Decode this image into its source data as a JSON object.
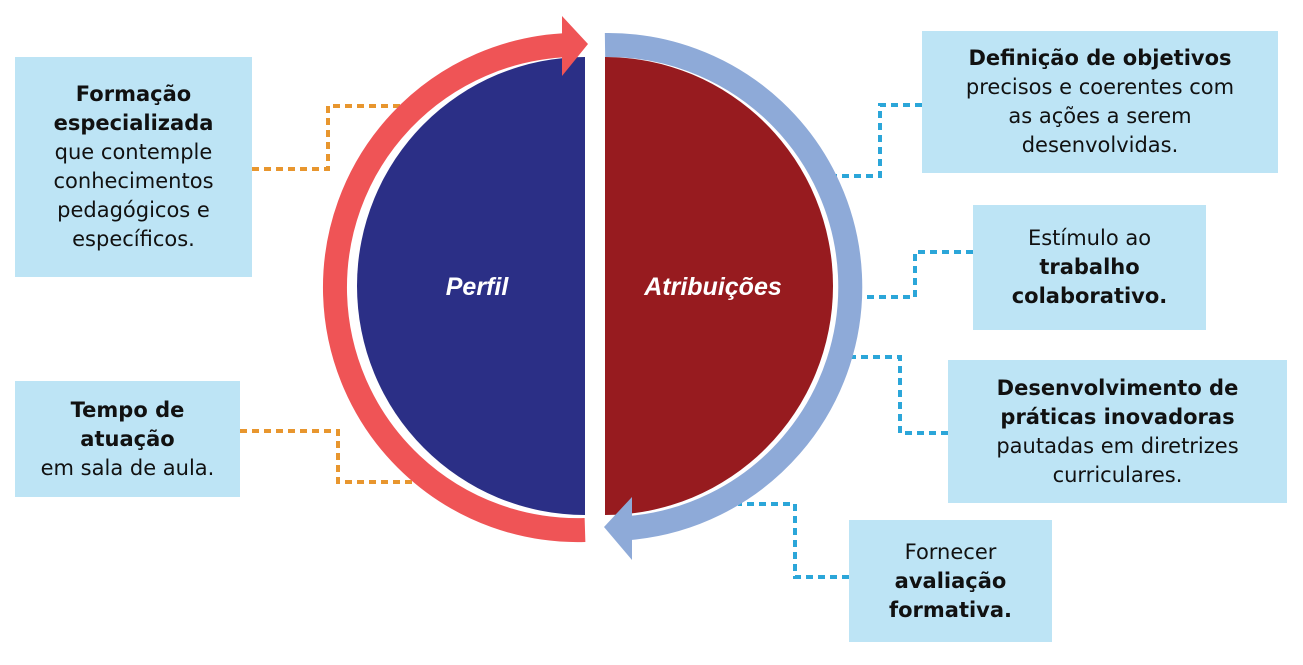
{
  "circle": {
    "left_label": "Perfil",
    "right_label": "Atribuições"
  },
  "colors": {
    "perfil_fill": "#2b2f86",
    "atribuicoes_fill": "#971b1f",
    "perfil_ring": "#ef5456",
    "atribuicoes_ring": "#8eaad8",
    "box": "#bde4f5",
    "perfil_connector": "#e8962e",
    "atribuicoes_connector": "#2ba6d9"
  },
  "perfil_items": [
    {
      "bold": "Formação especializada",
      "text": "que contemple conhecimentos pedagógicos e específicos."
    },
    {
      "bold": "Tempo de atuação",
      "text": "em sala de aula."
    }
  ],
  "atribuicoes_items": [
    {
      "bold": "Definição de objetivos",
      "text": "precisos e coerentes com as ações a serem desenvolvidas."
    },
    {
      "pre": "Estímulo ao",
      "bold": "trabalho colaborativo."
    },
    {
      "bold": "Desenvolvimento de práticas inovadoras",
      "text": "pautadas em diretrizes curriculares."
    },
    {
      "pre": "Fornecer",
      "bold": "avaliação formativa."
    }
  ]
}
